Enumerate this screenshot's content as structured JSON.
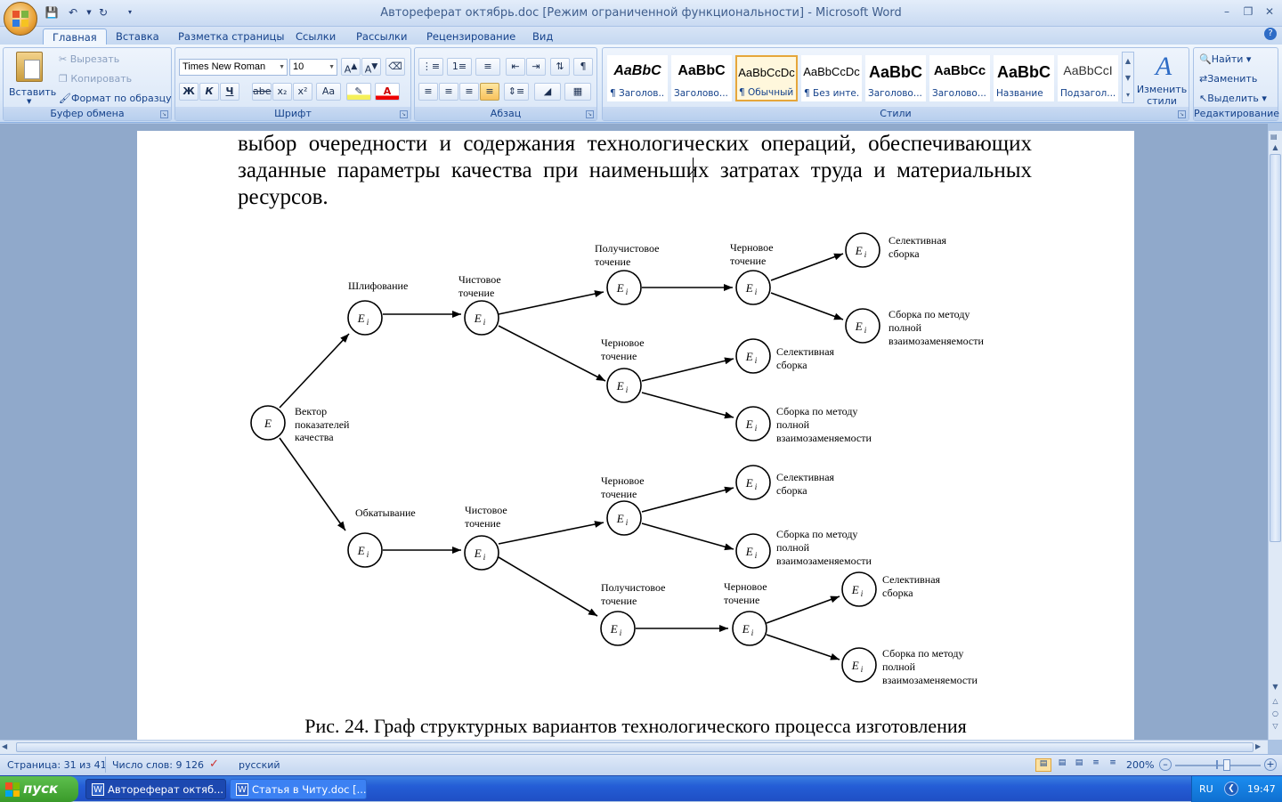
{
  "window": {
    "title": "Автореферат октябрь.doc [Режим ограниченной функциональности] - Microsoft Word"
  },
  "tabs": [
    "Главная",
    "Вставка",
    "Разметка страницы",
    "Ссылки",
    "Рассылки",
    "Рецензирование",
    "Вид"
  ],
  "clipboard": {
    "paste": "Вставить",
    "cut": "Вырезать",
    "copy": "Копировать",
    "format_painter": "Формат по образцу",
    "label": "Буфер обмена"
  },
  "font": {
    "family": "Times New Roman",
    "size": "10",
    "label": "Шрифт",
    "bold": "Ж",
    "italic": "К",
    "underline": "Ч",
    "strike": "abe",
    "sub": "x₂",
    "sup": "x²",
    "case": "Aa"
  },
  "paragraph": {
    "label": "Абзац"
  },
  "styles": {
    "label": "Стили",
    "items": [
      {
        "sample": "AaBbC",
        "name": "¶ Заголов..."
      },
      {
        "sample": "AaBbC",
        "name": "Заголово..."
      },
      {
        "sample": "AaBbCcDc",
        "name": "¶ Обычный"
      },
      {
        "sample": "AaBbCcDc",
        "name": "¶ Без инте..."
      },
      {
        "sample": "AaBbC",
        "name": "Заголово..."
      },
      {
        "sample": "AaBbCc",
        "name": "Заголово..."
      },
      {
        "sample": "AaBbC",
        "name": "Название"
      },
      {
        "sample": "AaBbCcI",
        "name": "Подзагол..."
      }
    ],
    "change": "Изменить стили"
  },
  "editing": {
    "find": "Найти",
    "replace": "Заменить",
    "select": "Выделить",
    "label": "Редактирование"
  },
  "document": {
    "body": "выбор очередности и содержания технологических операций, обеспечивающих заданные параметры качества при наименьших затратах труда и материальных ресурсов.",
    "caption": "Рис. 24. Граф структурных вариантов технологического процесса изготовления",
    "diagram": {
      "root_node": "E",
      "node": "E",
      "node_sub": "i",
      "root_label": [
        "Вектор",
        "показателей",
        "качества"
      ],
      "labels": {
        "grinding": "Шлифование",
        "rolling": "Обкатывание",
        "finish": [
          "Чистовое",
          "точение"
        ],
        "semifinish": [
          "Получистовое",
          "точение"
        ],
        "rough": [
          "Черновое",
          "точение"
        ],
        "selective": [
          "Селективная",
          "сборка"
        ],
        "full": [
          "Сборка по методу",
          "полной",
          "взаимозаменяемости"
        ]
      }
    }
  },
  "status": {
    "page": "Страница: 31 из 41",
    "words": "Число слов: 9 126",
    "lang": "русский",
    "zoom": "200%"
  },
  "taskbar": {
    "start": "пуск",
    "tasks": [
      "Автореферат октяб...",
      "Статья в Читу.doc [..."
    ],
    "lang": "RU",
    "time": "19:47"
  }
}
